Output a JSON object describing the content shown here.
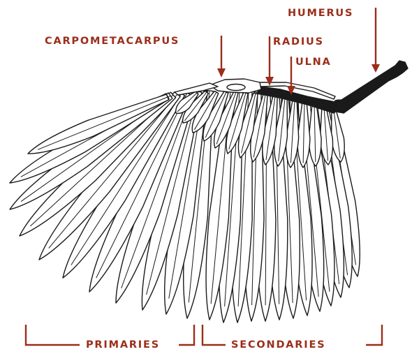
{
  "labels": {
    "humerus": "HUMERUS",
    "carpometacarpus": "CARPOMETACARPUS",
    "radius": "RADIUS",
    "ulna": "ULNA",
    "primaries": "PRIMARIES",
    "secondaries": "SECONDARIES"
  },
  "colors": {
    "label": "#9b2e1a",
    "line": "#9b2e1a",
    "drawing": "#1a1a1a",
    "background": "#ffffff"
  },
  "icons": {
    "wing": "bird-wing-illustration"
  }
}
